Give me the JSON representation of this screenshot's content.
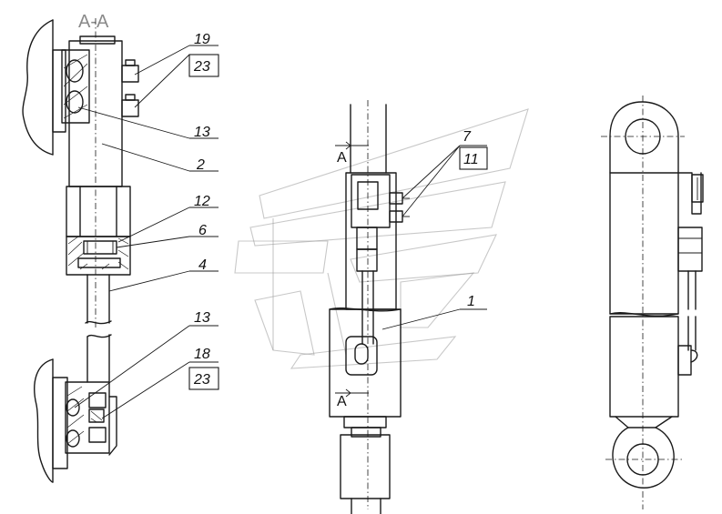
{
  "section_title": "A-A",
  "section_marks": {
    "upper": "A",
    "lower": "A"
  },
  "callouts": {
    "c19": "19",
    "c23a": "23",
    "c13a": "13",
    "c2": "2",
    "c12": "12",
    "c6": "6",
    "c4": "4",
    "c13b": "13",
    "c18": "18",
    "c23b": "23",
    "c7": "7",
    "c11": "11",
    "c1": "1"
  },
  "colors": {
    "line": "#1a1a1a",
    "watermark": "#9a9a9a",
    "title": "#8a8a8a"
  }
}
